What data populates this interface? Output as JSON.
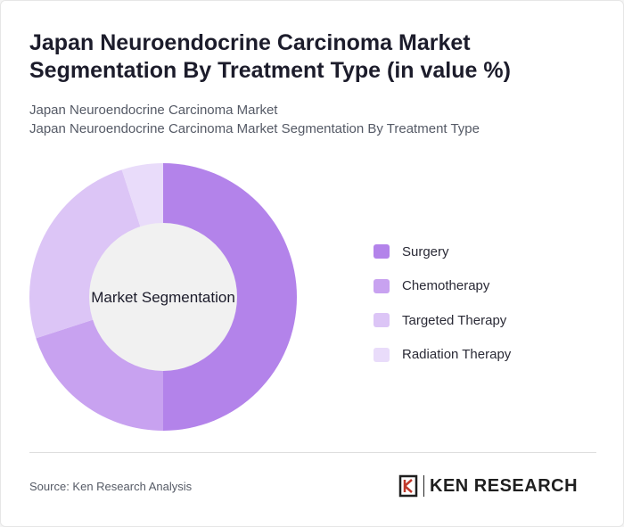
{
  "header": {
    "title": "Japan Neuroendocrine Carcinoma Market Segmentation By Treatment Type (in value %)",
    "subtitle_line1": "Japan Neuroendocrine Carcinoma Market",
    "subtitle_line2": "Japan Neuroendocrine Carcinoma Market Segmentation By Treatment Type"
  },
  "chart_data": {
    "type": "pie",
    "variant": "donut",
    "center_label": "Market Segmentation",
    "categories": [
      "Surgery",
      "Chemotherapy",
      "Targeted Therapy",
      "Radiation Therapy"
    ],
    "values": [
      50,
      20,
      25,
      5
    ],
    "colors": [
      "#b383ea",
      "#c8a2f0",
      "#dcc5f6",
      "#e9dcfa"
    ],
    "legend_position": "right"
  },
  "footer": {
    "source": "Source: Ken Research Analysis",
    "logo_text": "KEN RESEARCH",
    "logo_letter": "K"
  }
}
